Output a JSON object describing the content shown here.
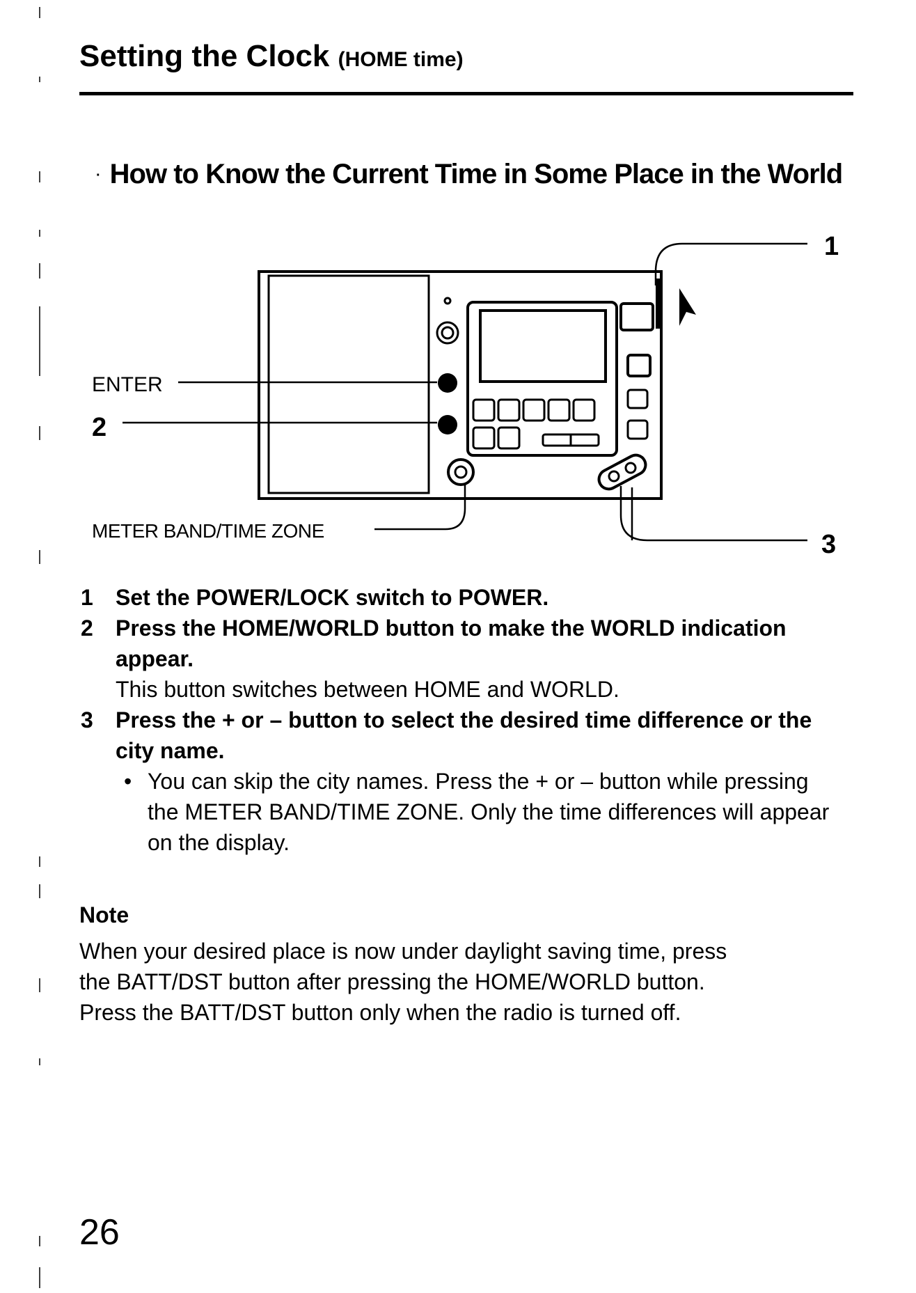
{
  "header": {
    "title": "Setting the Clock",
    "subtitle": "(HOME time)"
  },
  "section": {
    "title": "How to Know the Current Time in Some Place in the World"
  },
  "diagram": {
    "labels": {
      "enter": "ENTER",
      "callout_2": "2",
      "meter_band": "METER BAND/TIME ZONE",
      "callout_1": "1",
      "callout_3": "3"
    }
  },
  "steps": [
    {
      "num": "1",
      "text": "Set the POWER/LOCK switch to POWER."
    },
    {
      "num": "2",
      "text": "Press the HOME/WORLD button to make the WORLD indication appear.",
      "detail": "This button switches between HOME and WORLD."
    },
    {
      "num": "3",
      "text": "Press the + or – button to select the desired time difference or the city name.",
      "bullet": "You can skip the city names.  Press the + or – button while pressing the METER BAND/TIME ZONE.  Only the time differences will appear on the display."
    }
  ],
  "note": {
    "heading": "Note",
    "lines": [
      "When your desired place is now under daylight saving time, press",
      "the BATT/DST button after pressing the HOME/WORLD button.",
      "Press the BATT/DST button only when the radio is turned off."
    ]
  },
  "page_number": "26"
}
